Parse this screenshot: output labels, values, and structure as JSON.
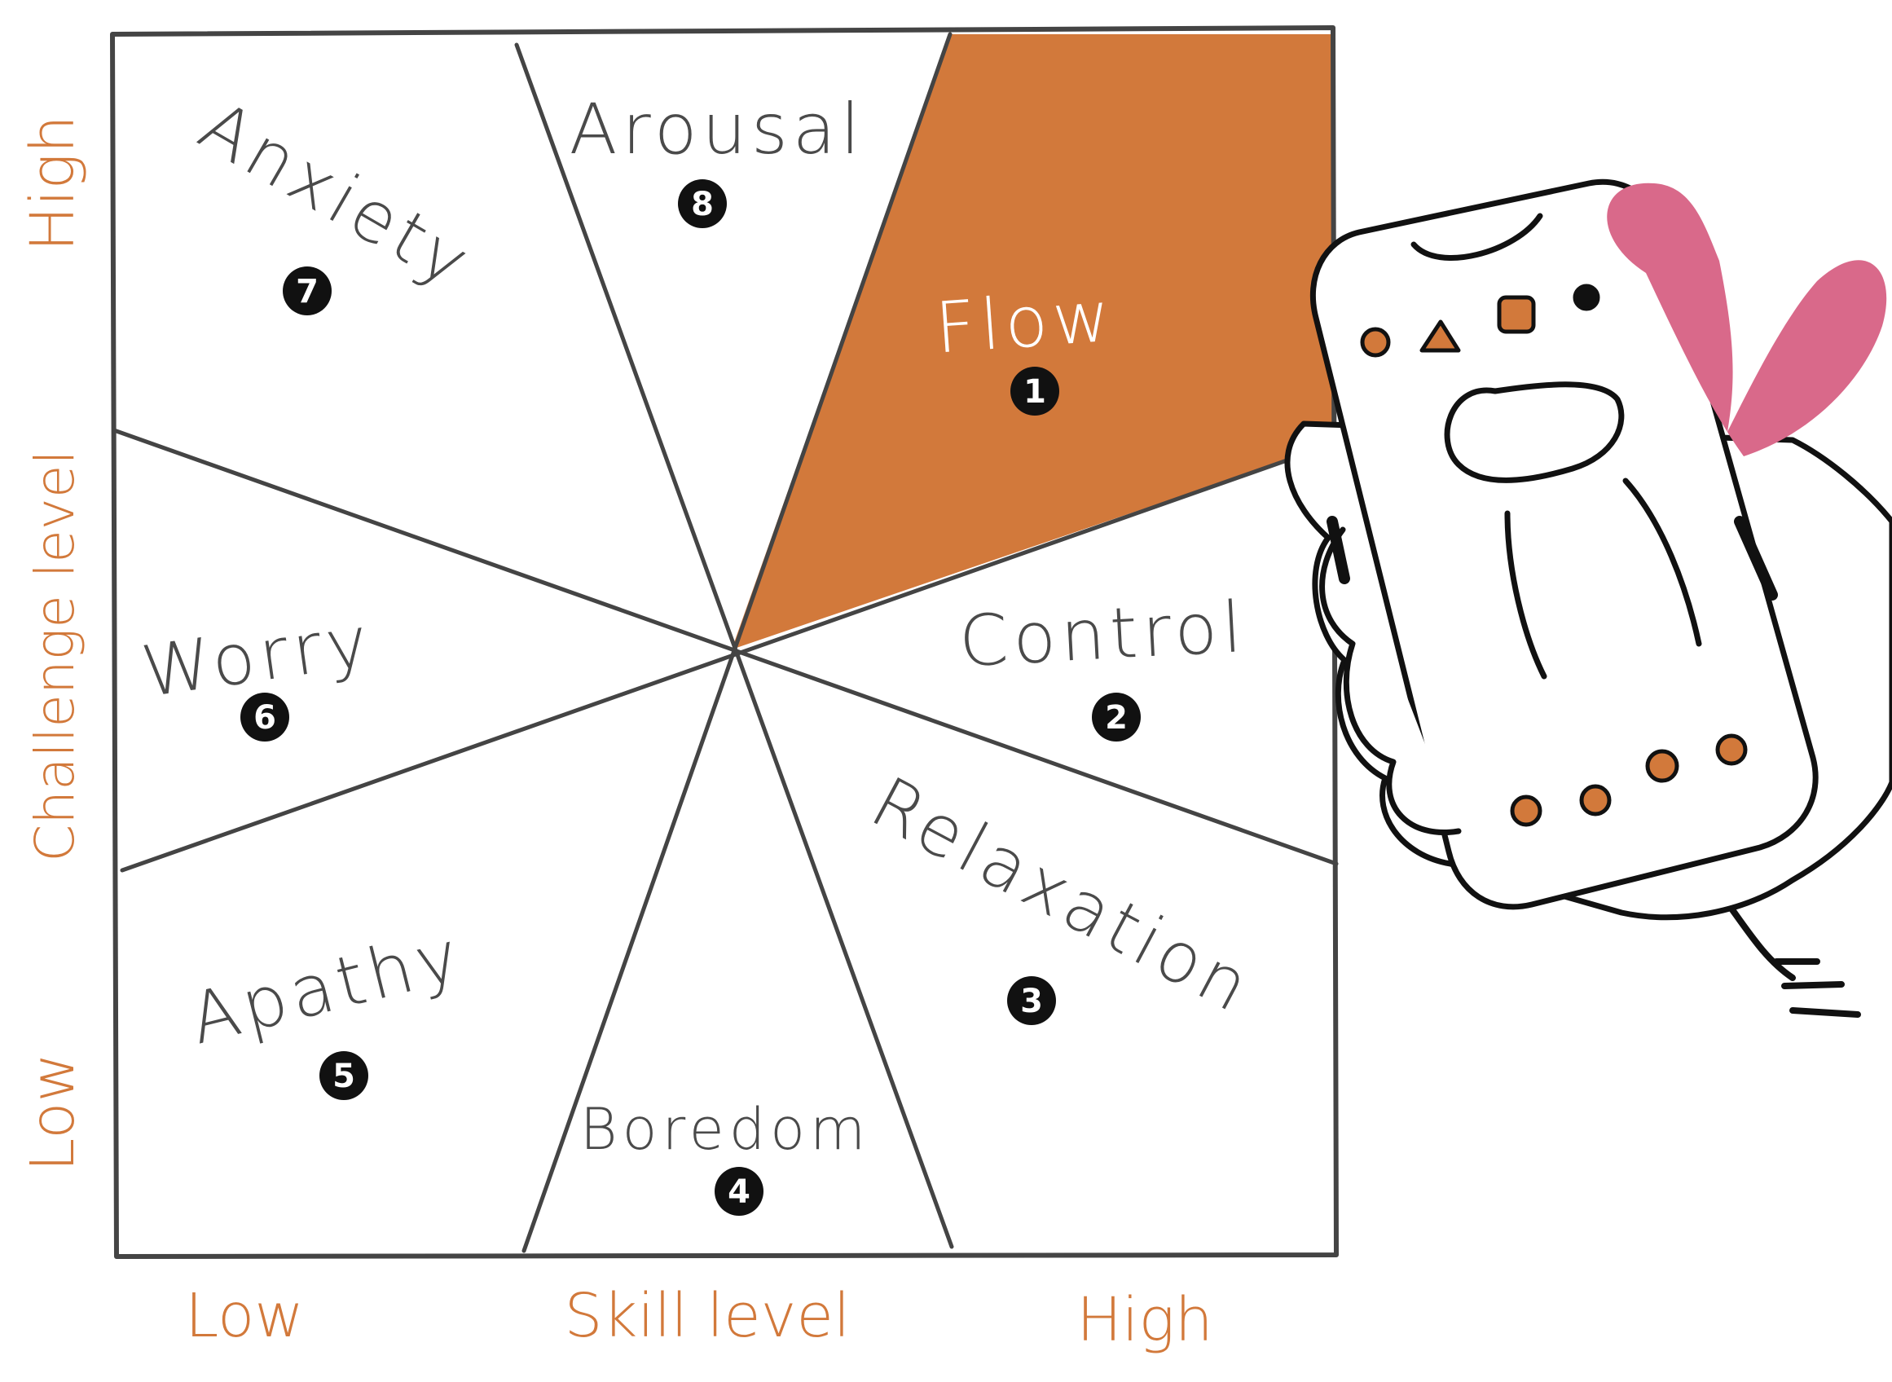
{
  "colors": {
    "accent": "#D2793B",
    "flow_fill": "#D2793B",
    "line": "#444444",
    "text": "#4a4a4a",
    "badge": "#111111",
    "badge_text": "#ffffff",
    "heart": "#D9698A"
  },
  "axes": {
    "x_label": "Skill level",
    "x_low": "Low",
    "x_high": "High",
    "y_label": "Challenge level",
    "y_low": "Low",
    "y_high": "High"
  },
  "regions": [
    {
      "name": "Flow",
      "number": "1",
      "highlighted": true
    },
    {
      "name": "Control",
      "number": "2",
      "highlighted": false
    },
    {
      "name": "Relaxation",
      "number": "3",
      "highlighted": false
    },
    {
      "name": "Boredom",
      "number": "4",
      "highlighted": false
    },
    {
      "name": "Apathy",
      "number": "5",
      "highlighted": false
    },
    {
      "name": "Worry",
      "number": "6",
      "highlighted": false
    },
    {
      "name": "Anxiety",
      "number": "7",
      "highlighted": false
    },
    {
      "name": "Arousal",
      "number": "8",
      "highlighted": false
    }
  ],
  "illustration": {
    "subject": "hand-holding-phone",
    "icons": [
      "heart-icon"
    ]
  }
}
